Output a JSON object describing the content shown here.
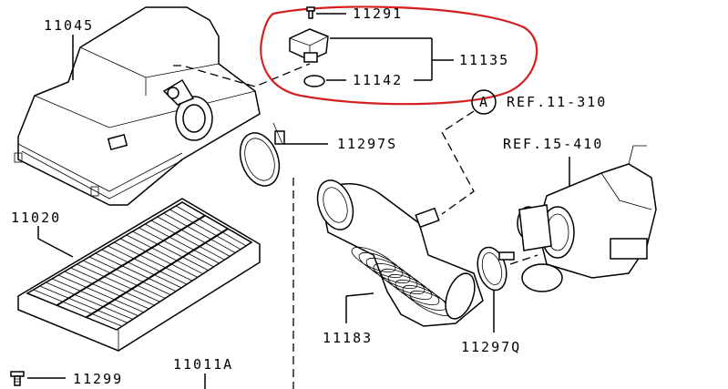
{
  "labels": {
    "p11045": "11045",
    "p11291": "11291",
    "p11135": "11135",
    "p11142": "11142",
    "ref_a": "A",
    "ref_11_310": "REF.11-310",
    "p11297s": "11297S",
    "ref_15_410": "REF.15-410",
    "p11020": "11020",
    "p11183": "11183",
    "p11297q": "11297Q",
    "p11299": "11299",
    "p11011a": "11011A"
  },
  "colors": {
    "highlight": "#d42020",
    "ink": "#000000"
  }
}
